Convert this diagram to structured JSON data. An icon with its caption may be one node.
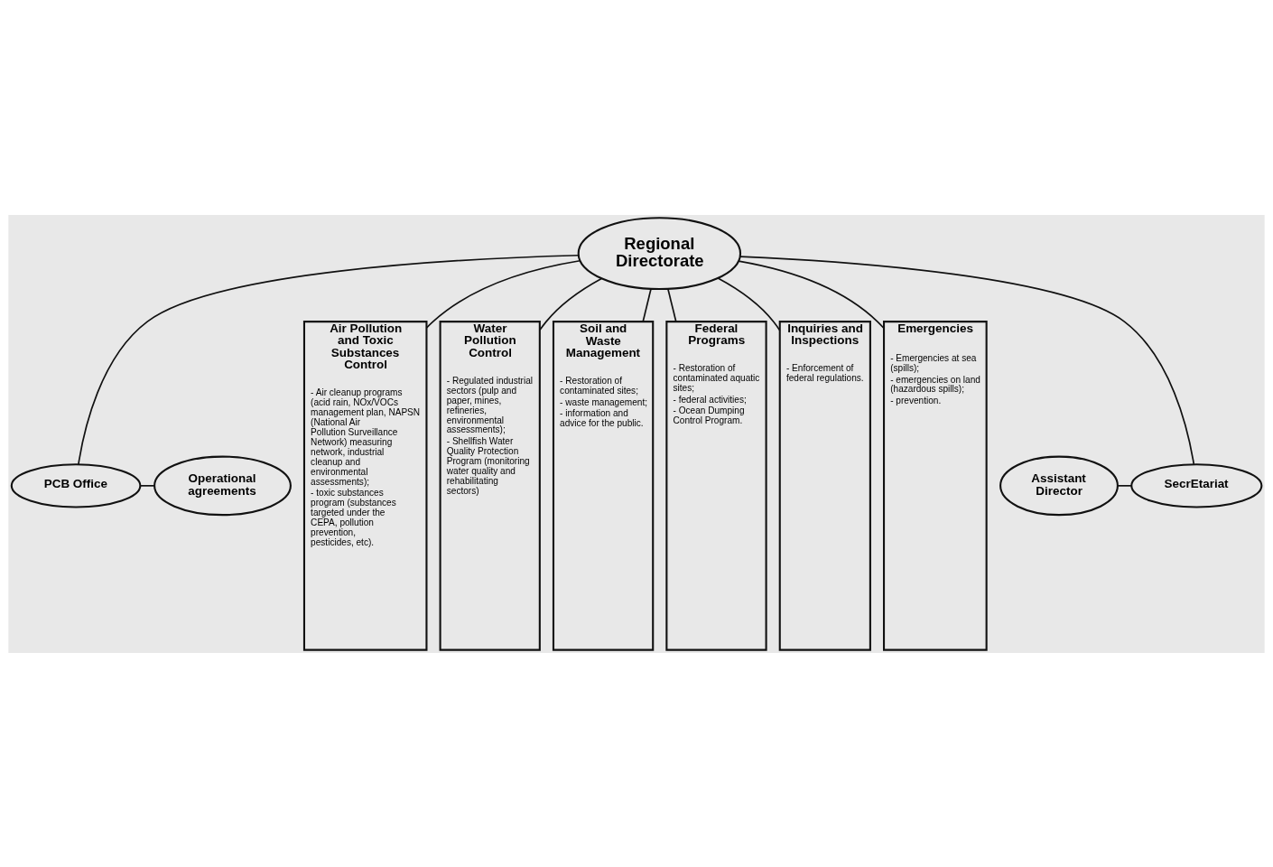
{
  "diagram": {
    "nodes": [
      {
        "text": [
          "Regional Directorate"
        ]
      },
      {
        "text": [
          "Assistant Director"
        ]
      },
      {
        "text": [
          "SecrEtariat"
        ]
      },
      {
        "text": [
          "PCB Office"
        ]
      },
      {
        "text": [
          "Operational agreements"
        ]
      },
      {
        "text": [
          "Air Pollution and Toxic Substances Control",
          "- Air cleanup programs (acid rain, NOx/VOCs management plan, NAPSN (National Air Pollution Surveillance Network) measuring network, industrial cleanup and environmental assessments);",
          "- toxic substances program (substances targeted under the CEPA, pollution prevention, pesticides, etc)."
        ]
      },
      {
        "text": [
          "Water Pollution Control",
          "- Regulated industrial sectors (pulp and paper, mines, refineries, environmental assessments);",
          "- Shellfish Water Quality Protection Program (monitoring water quality and rehabilitating sectors)"
        ]
      },
      {
        "text": [
          "Soil and Waste Management",
          "- Restoration of contaminated sites;",
          "- waste management;",
          "- information and advice for the public."
        ]
      },
      {
        "text": [
          "Federal Programs",
          "- Restoration of contaminated aquatic sites;",
          "- federal activities;",
          "- Ocean Dumping Control Program."
        ]
      },
      {
        "text": [
          "Inquiries and Inspections",
          "- Enforcement of federal regulations."
        ]
      },
      {
        "text": [
          "Emergencies",
          "- Emergencies at sea (spills);",
          "- emergencies on land (hazardous spills);",
          "- prevention."
        ]
      }
    ],
    "edges": [
      {
        "from": 1,
        "to": 2,
        "arrow": "none"
      },
      {
        "from": 2,
        "to": 0,
        "arrow": "none"
      },
      {
        "from": 0,
        "to": 3,
        "arrow": "none"
      },
      {
        "from": 3,
        "to": 4,
        "arrow": "none"
      },
      {
        "from": 0,
        "to": 5,
        "arrow": "none"
      },
      {
        "from": 0,
        "to": 6,
        "arrow": "none"
      },
      {
        "from": 0,
        "to": 7,
        "arrow": "none"
      },
      {
        "from": 0,
        "to": 8,
        "arrow": "none"
      },
      {
        "from": 0,
        "to": 9,
        "arrow": "none"
      },
      {
        "from": 0,
        "to": 10,
        "arrow": "none"
      }
    ]
  }
}
